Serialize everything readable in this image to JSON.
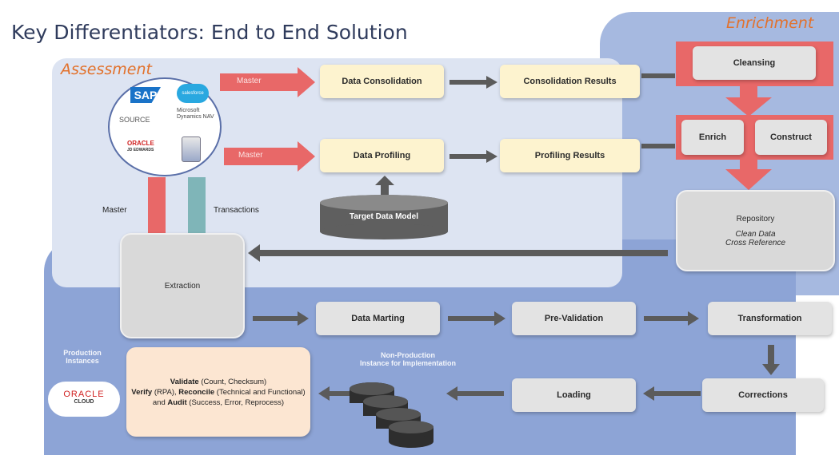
{
  "title": "Key Differentiators: End to End Solution",
  "regions": {
    "assessment": "Assessment",
    "enrichment": "Enrichment"
  },
  "source": {
    "label": "SOURCE",
    "logos": {
      "sap": "SAP",
      "salesforce": "salesforce",
      "microsoft": "Microsoft Dynamics NAV",
      "oracle": "ORACLE",
      "jde": "JD EDWARDS"
    }
  },
  "arrows": {
    "master_top": "Master",
    "master_mid": "Master",
    "master_vertical": "Master",
    "transactions": "Transactions"
  },
  "boxes": {
    "data_consolidation": "Data Consolidation",
    "consolidation_results": "Consolidation Results",
    "data_profiling": "Data Profiling",
    "profiling_results": "Profiling Results",
    "target_data_model": "Target Data Model",
    "cleansing": "Cleansing",
    "enrich": "Enrich",
    "construct": "Construct",
    "repository": "Repository",
    "repository_line1": "Clean Data",
    "repository_line2": "Cross Reference",
    "extraction": "Extraction",
    "data_marting": "Data Marting",
    "pre_validation": "Pre-Validation",
    "transformation": "Transformation",
    "corrections": "Corrections",
    "loading": "Loading"
  },
  "production": {
    "label_line1": "Production",
    "label_line2": "Instances",
    "oracle": "ORACLE",
    "cloud": "CLOUD"
  },
  "non_production": {
    "line1": "Non-Production",
    "line2": "Instance for Implementation"
  },
  "validation": {
    "validate_bold": "Validate",
    "validate_rest": " (Count, Checksum)",
    "verify_bold": "Verify",
    "verify_mid": " (RPA), ",
    "reconcile_bold": "Reconcile",
    "reconcile_rest": " (Technical and Functional)",
    "and_text": "and ",
    "audit_bold": "Audit",
    "audit_rest": " (Success, Error, Reprocess)"
  },
  "colors": {
    "accent_orange": "#e2712b",
    "red_arrow": "#e86868",
    "teal_arrow": "#7fb5b8",
    "dark_arrow": "#5b5b5b",
    "blue_region": "#8da4d6"
  }
}
